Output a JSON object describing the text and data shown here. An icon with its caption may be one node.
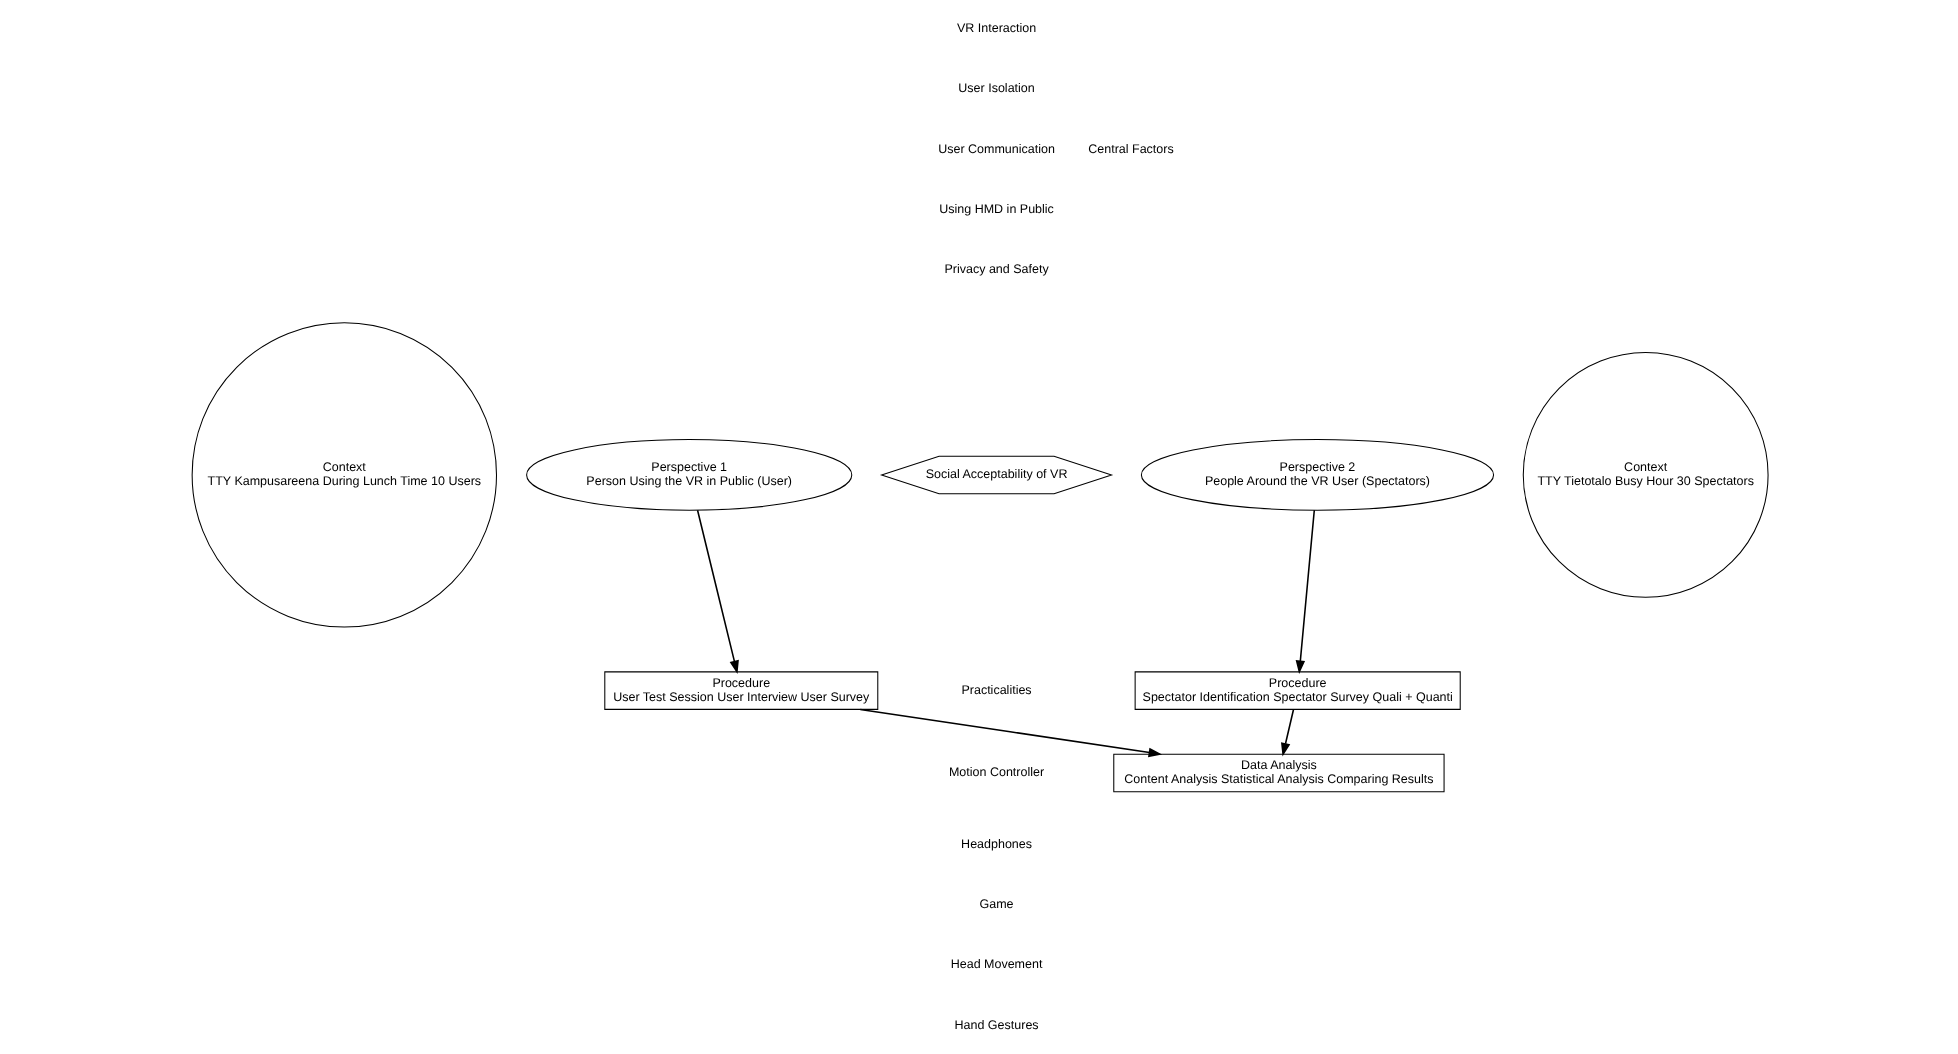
{
  "diagram": {
    "nodes": [
      {
        "text": [
          "Context",
          "TTY Kampusareena During Lunch Time 10 Users"
        ]
      },
      {
        "text": [
          "Perspective 1",
          "Person Using the VR in Public (User)"
        ]
      },
      {
        "text": [
          "Social Acceptability of VR"
        ]
      },
      {
        "text": [
          "Perspective 2",
          "People Around the VR User (Spectators)"
        ]
      },
      {
        "text": [
          "Context",
          "TTY Tietotalo Busy Hour 30 Spectators"
        ]
      },
      {
        "text": [
          "Procedure",
          "User Test Session User Interview User Survey"
        ]
      },
      {
        "text": [
          "Procedure",
          "Spectator Identification Spectator Survey Quali + Quanti"
        ]
      },
      {
        "text": [
          "Data Analysis",
          "Content Analysis Statistical Analysis Comparing Results"
        ]
      }
    ],
    "edges": [
      {
        "from": 1,
        "to": 5,
        "arrow": "to"
      },
      {
        "from": 3,
        "to": 6,
        "arrow": "to"
      },
      {
        "from": 5,
        "to": 7,
        "arrow": "to"
      },
      {
        "from": 6,
        "to": 7,
        "arrow": "to"
      }
    ],
    "labels": [
      "VR Interaction",
      "User Isolation",
      "User Communication",
      "Using HMD in Public",
      "Privacy and Safety",
      "Central Factors",
      "Practicalities",
      "Motion Controller",
      "Headphones",
      "Game",
      "Head Movement",
      "Hand Gestures"
    ]
  }
}
